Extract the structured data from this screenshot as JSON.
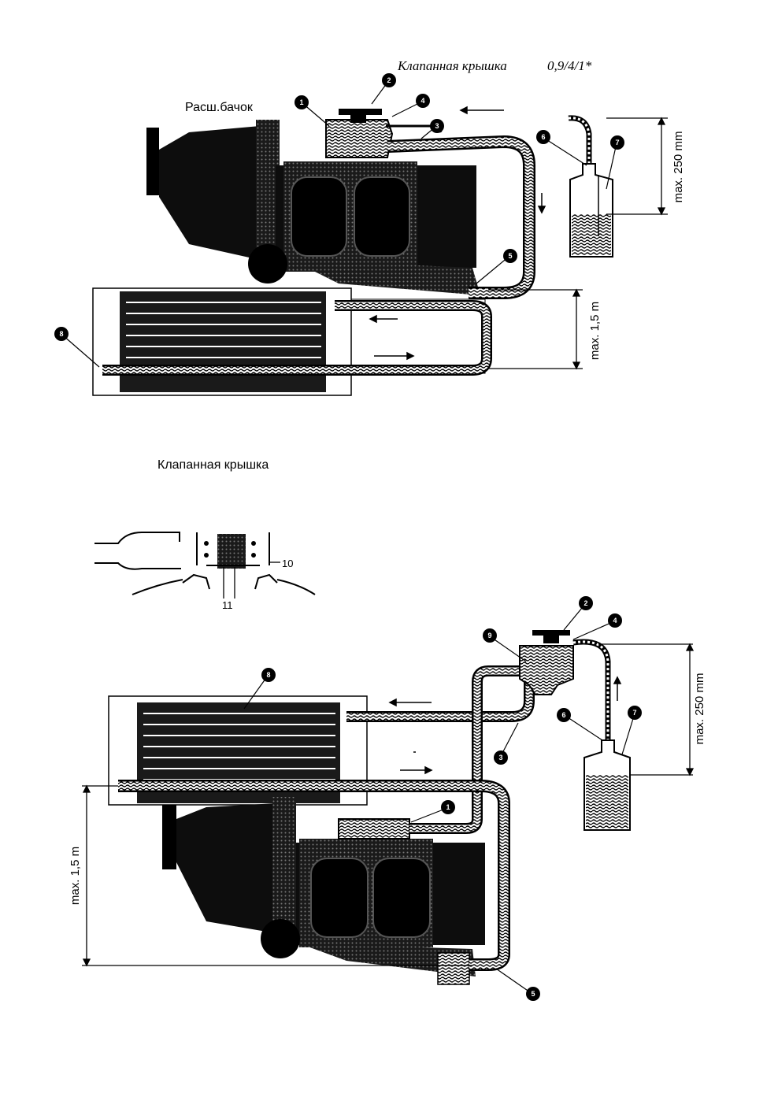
{
  "top_diagram": {
    "title_valve_cover": "Клапанная крышка",
    "title_code": "0,9/4/1*",
    "label_exp_tank": "Расш.бачок",
    "dim_vertical_small": "max. 250 mm",
    "dim_vertical_large": "max. 1,5 m",
    "callouts": [
      "1",
      "2",
      "4",
      "3",
      "6",
      "7",
      "5",
      "8"
    ]
  },
  "middle_caption": "Клапанная крышка",
  "detail_inset": {
    "label_10": "10",
    "label_11": "11"
  },
  "bottom_diagram": {
    "dim_vertical_small": "max. 250 mm",
    "dim_vertical_large": "max. 1,5 m",
    "callouts": [
      "2",
      "4",
      "9",
      "8",
      "6",
      "7",
      "3",
      "1",
      "5"
    ]
  }
}
